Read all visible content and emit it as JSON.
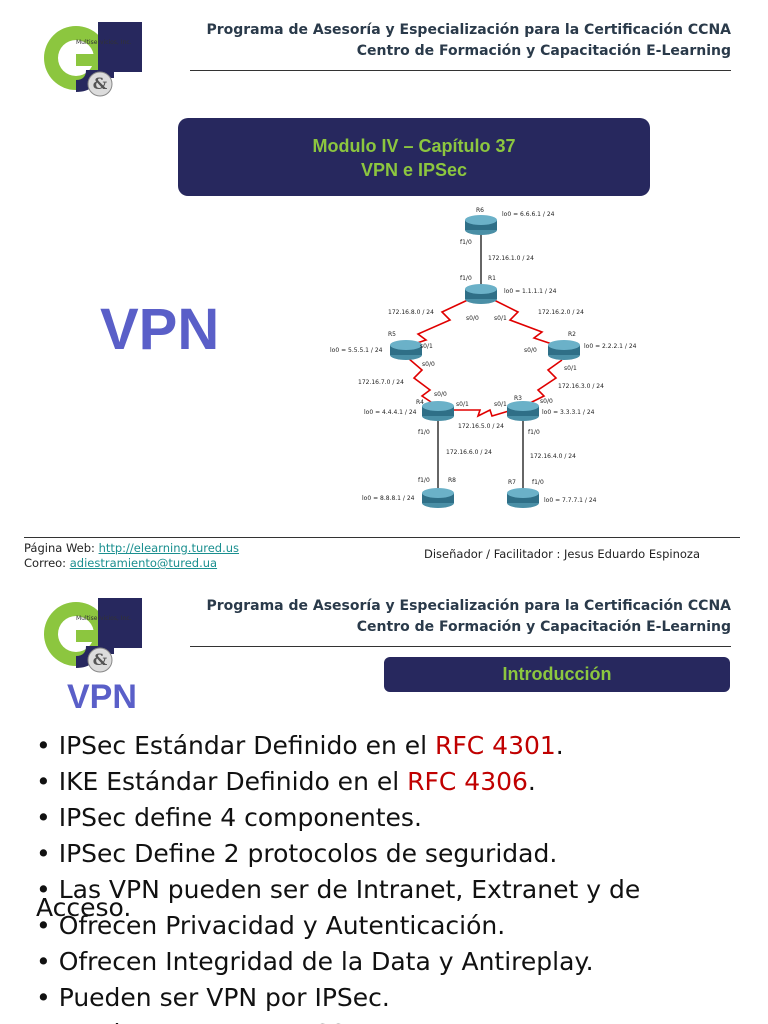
{
  "slide1": {
    "logo_text": "Multiservicios, Inc.",
    "header_line1": "Programa de Asesoría y Especialización para la Certificación CCNA",
    "header_line2": "Centro de Formación y Capacitación E-Learning",
    "title_line1": "Modulo IV – Capítulo 37",
    "title_line2": "VPN e IPSec",
    "big_label": "VPN",
    "diagram": {
      "routers": [
        "R6",
        "R1",
        "R5",
        "R2",
        "R4",
        "R3",
        "R8",
        "R7"
      ],
      "labels": {
        "r6_lo": "lo0 = 6.6.6.1 / 24",
        "r6_if": "f1/0",
        "net_r6_r1": "172.16.1.0 / 24",
        "r1_if_top": "f1/0",
        "r1_name": "R1",
        "r1_lo": "lo0 = 1.1.1.1 / 24",
        "net_r1_r5": "172.16.8.0 / 24",
        "net_r1_r2": "172.16.2.0 / 24",
        "r1_s00": "s0/0",
        "r1_s01": "s0/1",
        "r5_name": "R5",
        "r5_lo": "lo0 = 5.5.5.1 / 24",
        "r5_s01": "s0/1",
        "r5_s00": "s0/0",
        "r2_name": "R2",
        "r2_lo": "lo0 = 2.2.2.1 / 24",
        "r2_s00": "s0/0",
        "r2_s01": "s0/1",
        "net_r5_r4": "172.16.7.0 / 24",
        "net_r2_r3": "172.16.3.0 / 24",
        "r4_s00": "s0/0",
        "r4_name": "R4",
        "r4_lo": "lo0 = 4.4.4.1 / 24",
        "r4_s01": "s0/1",
        "r3_s01": "s0/1",
        "r3_name": "R3",
        "r3_s00": "s0/0",
        "r3_lo": "lo0 = 3.3.3.1 / 24",
        "net_r4_r3": "172.16.5.0 / 24",
        "r4_f10": "f1/0",
        "r3_f10": "f1/0",
        "net_r4_r8": "172.16.6.0 / 24",
        "net_r3_r7": "172.16.4.0 / 24",
        "r8_if": "f1/0",
        "r8_name": "R8",
        "r8_lo": "lo0 = 8.8.8.1 / 24",
        "r7_name": "R7",
        "r7_if": "f1/0",
        "r7_lo": "lo0 = 7.7.7.1 / 24"
      }
    },
    "footer": {
      "web_label": "Página Web: ",
      "web_link": "http://elearning.tured.us",
      "mail_label": "Correo: ",
      "mail_link": "adiestramiento@tured.ua",
      "designer": "Diseñador / Facilitador : Jesus Eduardo Espinoza"
    }
  },
  "slide2": {
    "logo_text": "Multiservicios, Inc.",
    "header_line1": "Programa de Asesoría y Especialización para la Certificación CCNA",
    "header_line2": "Centro de Formación y Capacitación E-Learning",
    "section_title": "Introducción",
    "big_label": "VPN",
    "bullets": {
      "b1_pre": "• IPSec Estándar Definido en el ",
      "b1_rfc": "RFC 4301",
      "b1_post": ".",
      "b2_pre": "• IKE Estándar Definido en el ",
      "b2_rfc": "RFC 4306",
      "b2_post": ".",
      "b3": "• IPSec define 4 componentes.",
      "b4": "• IPSec Define 2 protocolos de seguridad.",
      "b5": "• Las VPN pueden ser de Intranet, Extranet y de",
      "b5_wrap": "Acceso.",
      "b6": "• Ofrecen Privacidad y Autenticación.",
      "b7": "• Ofrecen Integridad de la Data y Antireplay.",
      "b8": "• Pueden ser VPN por IPSec.",
      "b9": "• Pueden ser VPN por SSL."
    }
  }
}
